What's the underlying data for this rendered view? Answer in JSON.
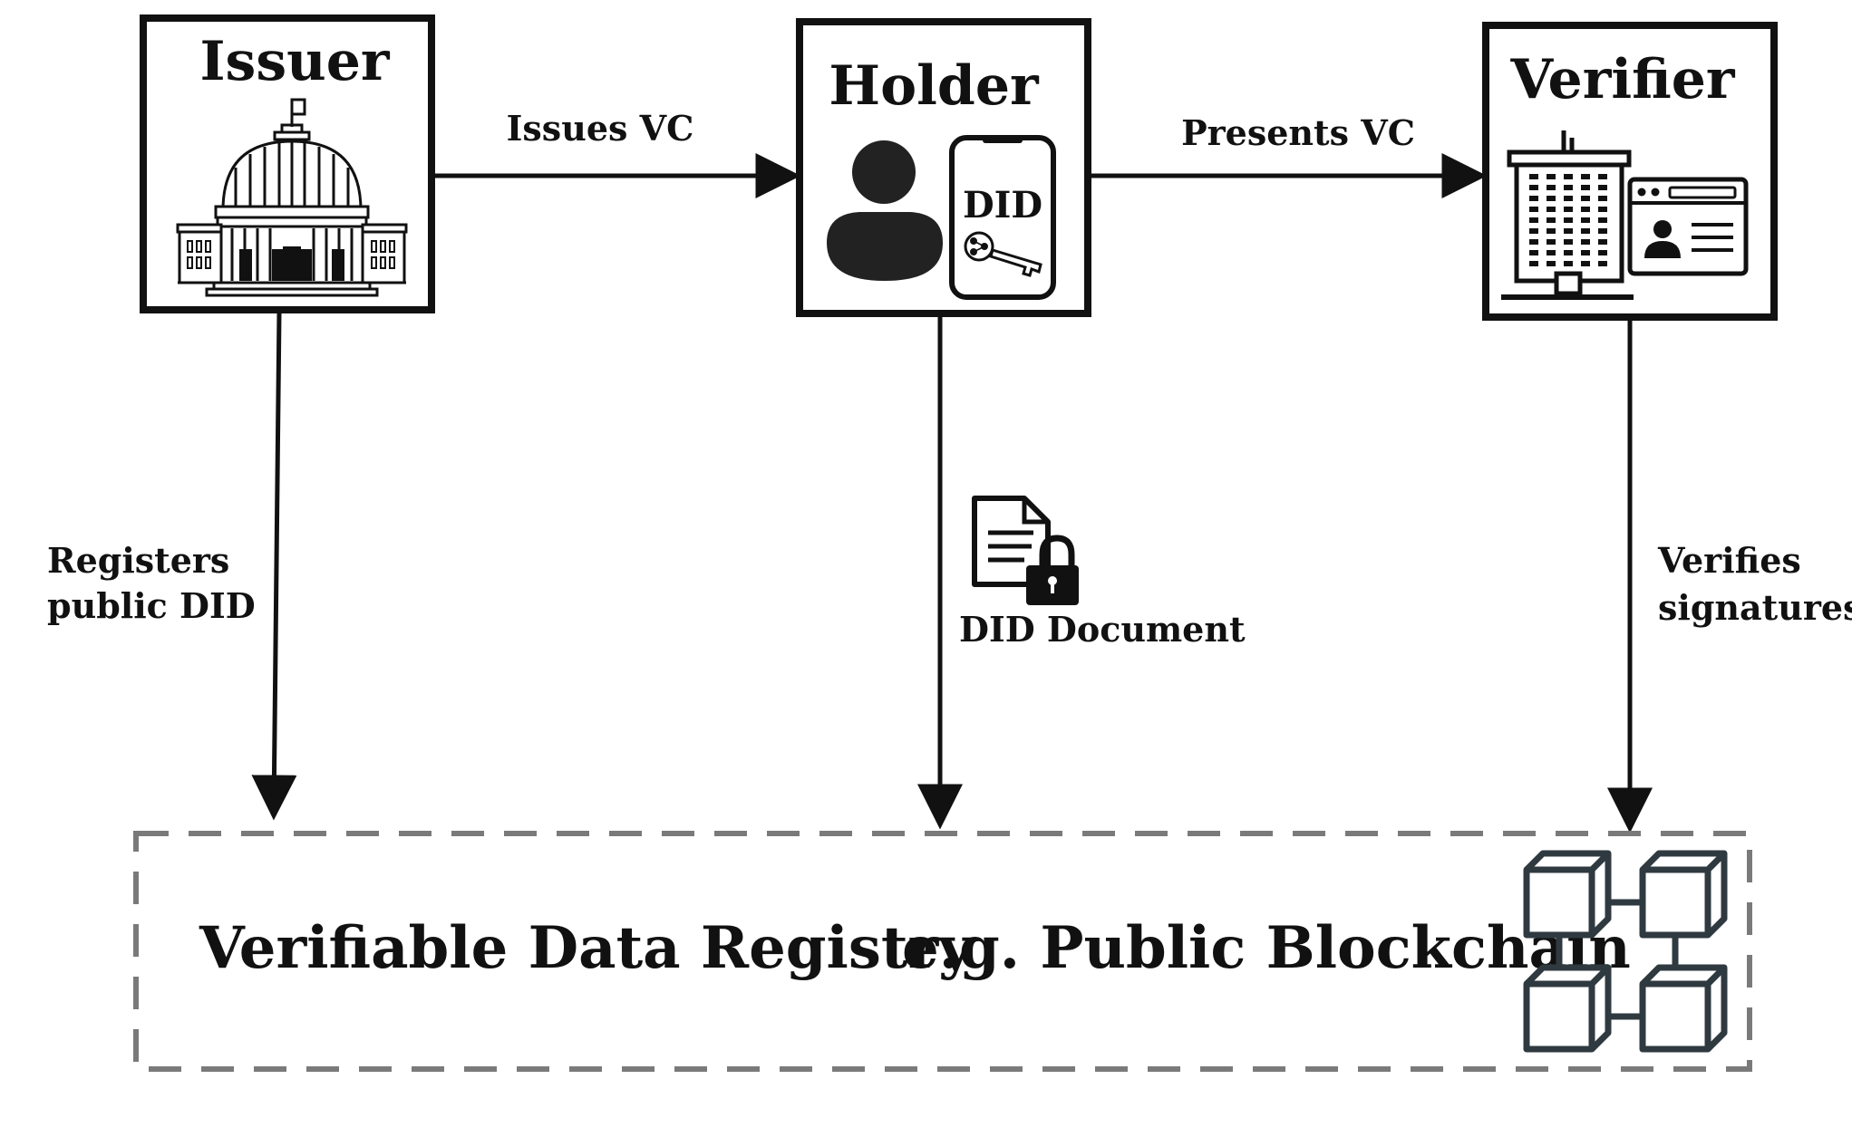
{
  "nodes": {
    "issuer": {
      "title": "Issuer",
      "icon": "government-building-icon"
    },
    "holder": {
      "title": "Holder",
      "icon": "person-icon",
      "device_icon": "smartphone-icon",
      "device_label": "DID",
      "key_icon": "key-icon"
    },
    "verifier": {
      "title": "Verifier",
      "icon": "office-building-icon",
      "card_icon": "id-card-icon"
    }
  },
  "edges": {
    "issues_vc": {
      "label": "Issues VC"
    },
    "presents_vc": {
      "label": "Presents VC"
    },
    "registers_did": {
      "label_line1": "Registers",
      "label_line2": "public DID"
    },
    "did_document": {
      "label": "DID Document",
      "icon": "locked-document-icon"
    },
    "verifies_signatures": {
      "label_line1": "Verifies",
      "label_line2": "signatures"
    }
  },
  "registry": {
    "label": "Verifiable Data Registry",
    "example": "e.g. Public Blockchain",
    "icon": "blockchain-icon"
  },
  "colors": {
    "ink": "#111111",
    "registry_border": "#7a7a7a",
    "blockchain_icon": "#2f3a40"
  }
}
